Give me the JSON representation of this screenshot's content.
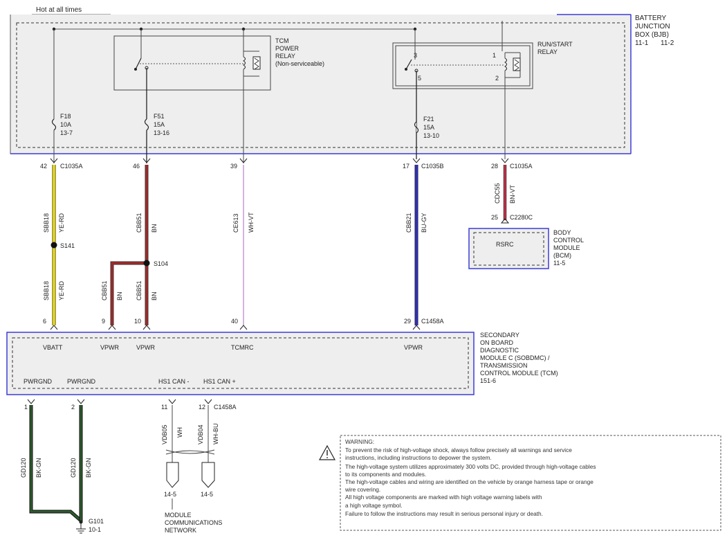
{
  "colors": {
    "wire_yellow": "#f4e000",
    "wire_brown": "#9b2b2b",
    "wire_blue": "#3030c0",
    "wire_white_violet": "#c8a0d8",
    "wire_black_green": "#1d3a1d",
    "box_blue": "#3b3bd6",
    "box_fill": "#eeeeee"
  },
  "header": {
    "hot_at_all_times": "Hot at all times"
  },
  "bjb": {
    "name": [
      "BATTERY",
      "JUNCTION",
      "BOX (BJB)"
    ],
    "ref_left": "11-1",
    "ref_right": "11-2"
  },
  "tcm_relay": {
    "label": [
      "TCM",
      "POWER",
      "RELAY"
    ],
    "note": "(Non-serviceable)"
  },
  "run_start_relay": {
    "label": [
      "RUN/START",
      "RELAY"
    ],
    "pins": [
      "3",
      "5",
      "1",
      "2"
    ]
  },
  "fuses": [
    {
      "name": "F18",
      "amps": "10A",
      "ref": "13-7"
    },
    {
      "name": "F51",
      "amps": "15A",
      "ref": "13-16"
    },
    {
      "name": "F21",
      "amps": "15A",
      "ref": "13-10"
    }
  ],
  "bjb_pins": [
    {
      "pin": "42",
      "connector": "C1035A"
    },
    {
      "pin": "46",
      "connector": ""
    },
    {
      "pin": "39",
      "connector": ""
    },
    {
      "pin": "17",
      "connector": "C1035B"
    },
    {
      "pin": "28",
      "connector": "C1035A"
    }
  ],
  "wires": {
    "w1": {
      "circuit": "SBB18",
      "color": "YE-RD"
    },
    "w1b": {
      "circuit": "SBB18",
      "color": "YE-RD"
    },
    "w2": {
      "circuit": "CBB51",
      "color": "BN"
    },
    "w2b": {
      "circuit": "CBB51",
      "color": "BN"
    },
    "w2c": {
      "circuit": "CBB51",
      "color": "BN"
    },
    "w3": {
      "circuit": "CE613",
      "color": "WH-VT"
    },
    "w4": {
      "circuit": "CBB21",
      "color": "BU-GY"
    },
    "w5": {
      "circuit": "CDC55",
      "color": "BN-VT"
    },
    "w6": {
      "circuit": "GD120",
      "color": "BK-GN"
    },
    "w7": {
      "circuit": "GD120",
      "color": "BK-GN"
    },
    "w8": {
      "circuit": "VDB05",
      "color": "WH"
    },
    "w9": {
      "circuit": "VDB04",
      "color": "WH-BU"
    }
  },
  "splices": {
    "s141": "S141",
    "s104": "S104"
  },
  "bcm": {
    "pin": "25",
    "connector": "C2280C",
    "signal": "RSRC",
    "name": [
      "BODY",
      "CONTROL",
      "MODULE",
      "(BCM)"
    ],
    "ref": "11-5"
  },
  "tcm_pins": [
    {
      "pin": "6",
      "signal": "VBATT",
      "connector": ""
    },
    {
      "pin": "9",
      "signal": "VPWR",
      "connector": ""
    },
    {
      "pin": "10",
      "signal": "VPWR",
      "connector": ""
    },
    {
      "pin": "40",
      "signal": "TCMRC",
      "connector": ""
    },
    {
      "pin": "29",
      "signal": "VPWR",
      "connector": "C1458A"
    }
  ],
  "tcm_module": {
    "name": [
      "SECONDARY",
      "ON BOARD",
      "DIAGNOSTIC",
      "MODULE C (SOBDMC) /",
      "TRANSMISSION",
      "CONTROL MODULE (TCM)"
    ],
    "ref": "151-6"
  },
  "tcm_bottom_pins": [
    {
      "pin": "1",
      "signal": "PWRGND",
      "connector": ""
    },
    {
      "pin": "2",
      "signal": "PWRGND",
      "connector": ""
    },
    {
      "pin": "11",
      "signal": "HS1 CAN -",
      "connector": ""
    },
    {
      "pin": "12",
      "signal": "HS1 CAN +",
      "connector": "C1458A"
    }
  ],
  "ground": {
    "name": "G101",
    "ref": "10-1"
  },
  "network": {
    "refs": [
      "14-5",
      "14-5"
    ],
    "label": [
      "MODULE",
      "COMMUNICATIONS",
      "NETWORK"
    ]
  },
  "warning": {
    "title": "WARNING:",
    "lines": [
      "To prevent the risk of high-voltage shock, always follow precisely all warnings and service",
      "instructions, including instructions to depower the system.",
      "The high-voltage system utilizes approximately 300 volts DC, provided through high-voltage cables",
      "to its components and modules.",
      "The high-voltage cables and wiring are identified on the vehicle by orange harness tape or orange",
      "wire covering.",
      "All high voltage components are marked with high voltage warning labels with",
      "a high voltage symbol.",
      "Failure to follow the instructions may result in serious personal injury or death."
    ]
  }
}
